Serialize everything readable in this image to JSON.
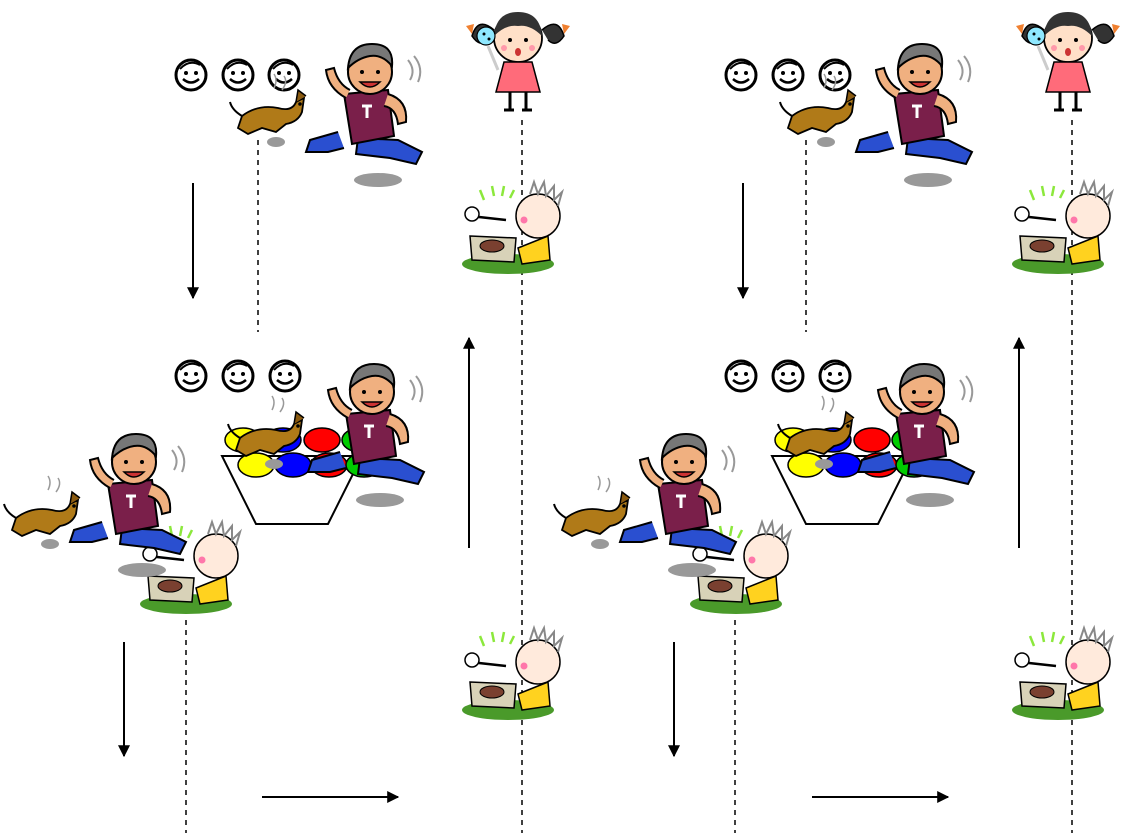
{
  "panels": [
    {
      "id": "panel-left"
    },
    {
      "id": "panel-right"
    }
  ],
  "faces_per_group": 3,
  "ball_colors": [
    "#ffff00",
    "#0000ff",
    "#ff0000",
    "#00cc00"
  ],
  "colors": {
    "line": "#000000",
    "shirt": "#7a1f4a",
    "pants": "#2a4fd0",
    "dog": "#b07a18",
    "grass": "#4a9a2a",
    "girl_dress": "#ff6b7a",
    "girl_hair": "#333333",
    "shadow": "#9a9a9a",
    "kid_shirt": "#ffd21f"
  },
  "icons": [
    "smiley-face-icon",
    "running-boy-icon",
    "dog-icon",
    "girl-icecream-icon",
    "eating-boy-icon",
    "bowl-icon",
    "ball-icon",
    "arrow-icon",
    "dashed-line"
  ]
}
